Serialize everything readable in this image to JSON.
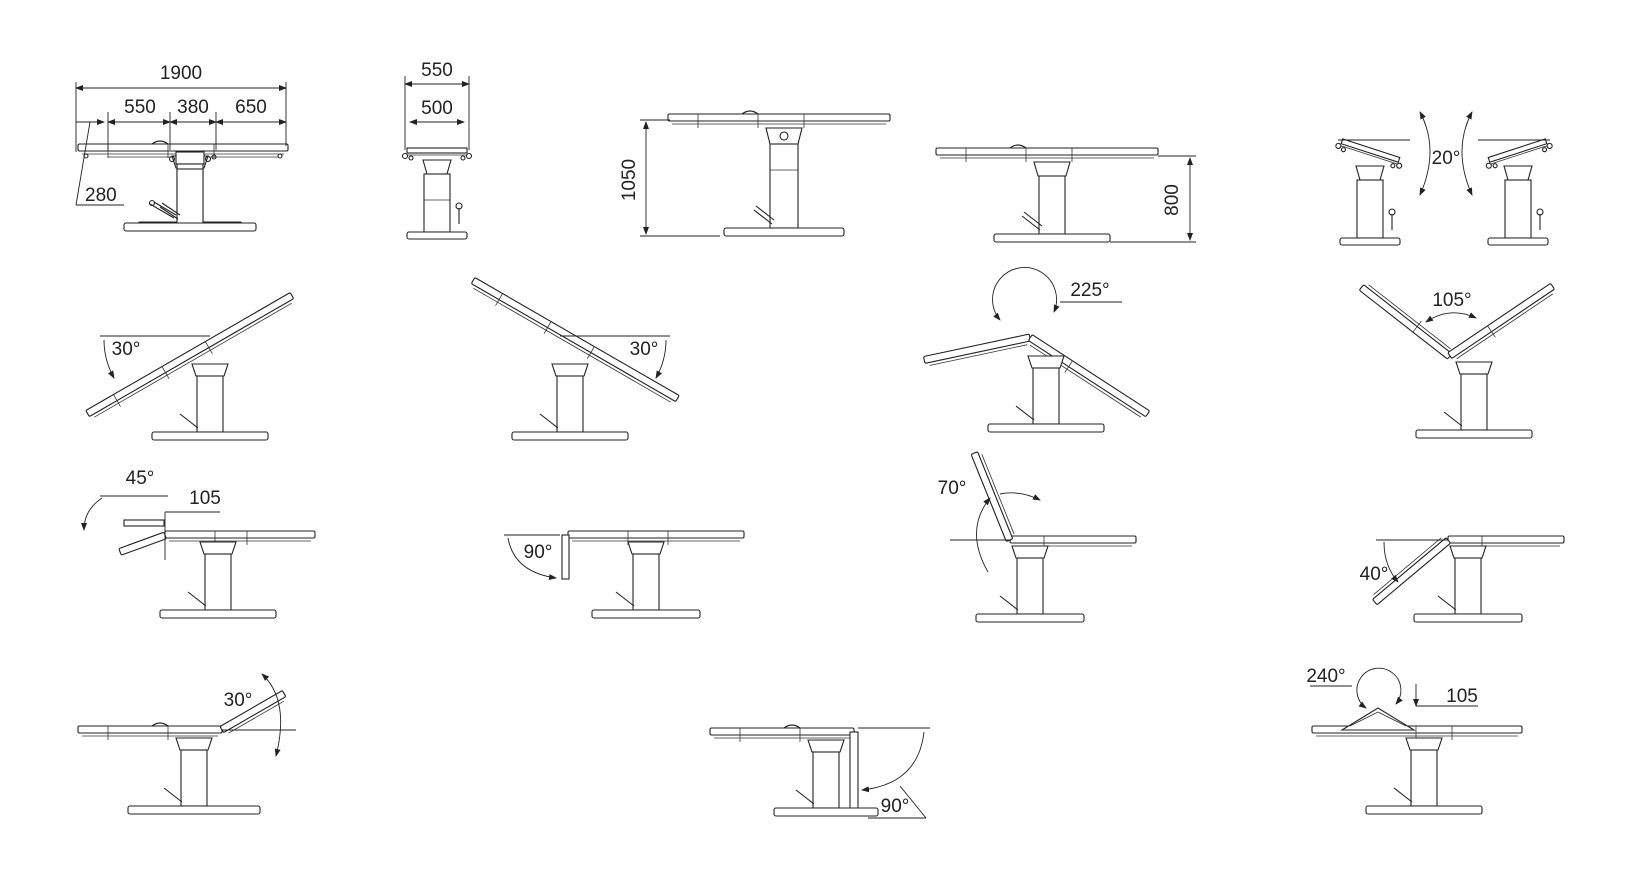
{
  "diagram": {
    "views": [
      {
        "id": "side-dimensions",
        "labels": {
          "total_length": "1900",
          "head_section": "550",
          "seat_section": "380",
          "leg_section": "650",
          "head_rest": "280"
        }
      },
      {
        "id": "end-dimensions",
        "labels": {
          "overall_width": "550",
          "top_width": "500"
        }
      },
      {
        "id": "max-height",
        "labels": {
          "height": "1050"
        }
      },
      {
        "id": "min-height",
        "labels": {
          "height": "800"
        }
      },
      {
        "id": "lateral-tilt",
        "labels": {
          "angle": "20°"
        }
      },
      {
        "id": "trendelenburg",
        "labels": {
          "angle": "30°"
        }
      },
      {
        "id": "reverse-trendelenburg",
        "labels": {
          "angle": "30°"
        }
      },
      {
        "id": "flex",
        "labels": {
          "angle": "225°"
        }
      },
      {
        "id": "reflex",
        "labels": {
          "angle": "105°"
        }
      },
      {
        "id": "head-section-up",
        "labels": {
          "angle": "45°",
          "offset": "105"
        }
      },
      {
        "id": "head-section-down",
        "labels": {
          "angle": "90°"
        }
      },
      {
        "id": "back-section-up",
        "labels": {
          "angle": "70°"
        }
      },
      {
        "id": "back-section-down",
        "labels": {
          "angle": "40°"
        }
      },
      {
        "id": "leg-section-up",
        "labels": {
          "angle": "30°"
        }
      },
      {
        "id": "leg-section-down",
        "labels": {
          "angle": "90°"
        }
      },
      {
        "id": "kidney-bridge",
        "labels": {
          "angle": "240°",
          "offset": "105"
        }
      }
    ]
  }
}
